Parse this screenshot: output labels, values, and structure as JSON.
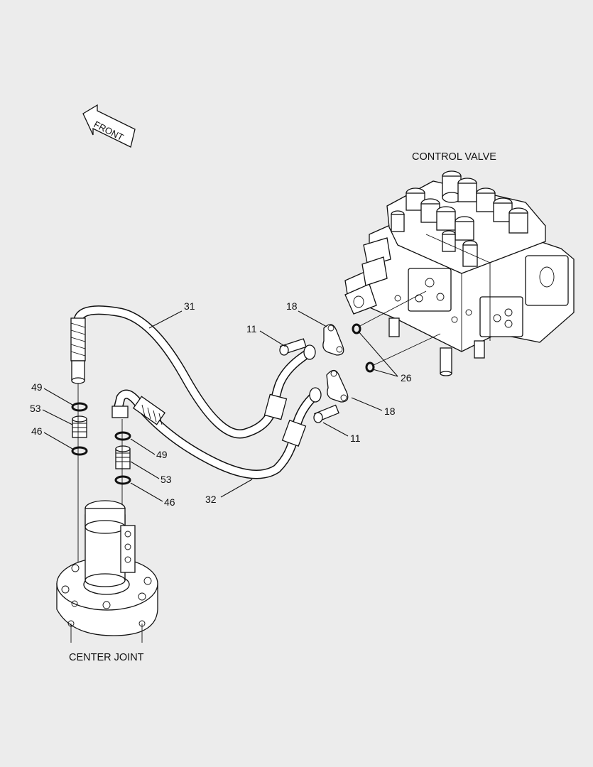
{
  "labels": {
    "control_valve": "CONTROL VALVE",
    "center_joint": "CENTER JOINT",
    "front": "FRONT"
  },
  "callouts": {
    "p31": "31",
    "p32": "32",
    "p18a": "18",
    "p18b": "18",
    "p11a": "11",
    "p11b": "11",
    "p26": "26",
    "p49a": "49",
    "p49b": "49",
    "p53a": "53",
    "p53b": "53",
    "p46a": "46",
    "p46b": "46"
  }
}
